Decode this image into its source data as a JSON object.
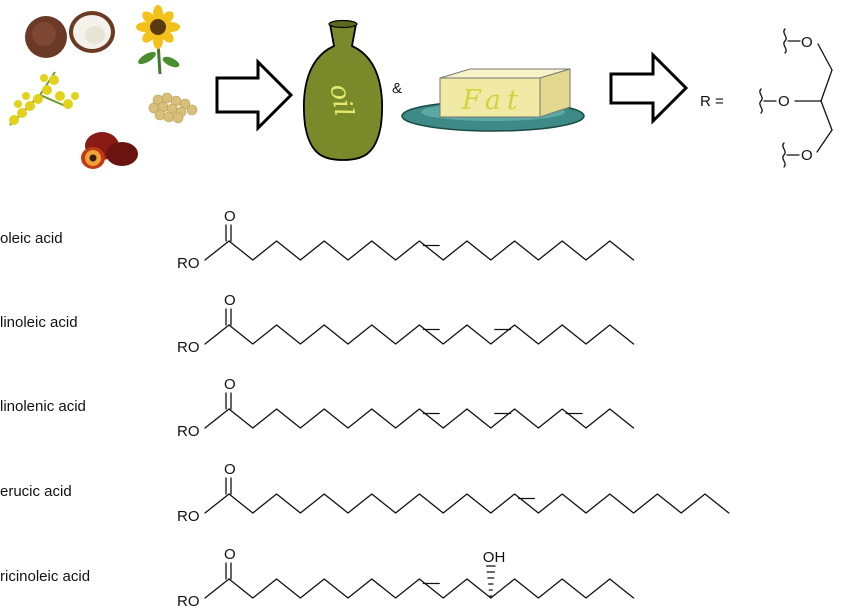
{
  "header": {
    "oil_text": "oil",
    "and_symbol": "&",
    "fat_text": "Fat",
    "r_equals": "R ="
  },
  "glycerol": {
    "o_label": "O"
  },
  "atoms": {
    "oxygen": "O",
    "ro": "RO",
    "hydroxyl": "OH"
  },
  "acids": [
    {
      "name": "oleic acid",
      "chain_length": 18,
      "double_bonds": [
        9
      ],
      "substituent": null
    },
    {
      "name": "linoleic acid",
      "chain_length": 18,
      "double_bonds": [
        9,
        12
      ],
      "substituent": null
    },
    {
      "name": "linolenic acid",
      "chain_length": 18,
      "double_bonds": [
        9,
        12,
        15
      ],
      "substituent": null
    },
    {
      "name": "erucic acid",
      "chain_length": 22,
      "double_bonds": [
        13
      ],
      "substituent": null
    },
    {
      "name": "ricinoleic acid",
      "chain_length": 18,
      "double_bonds": [
        9
      ],
      "substituent": "OH at C12"
    }
  ],
  "colors": {
    "bottle": "#7a8a2a",
    "bottle_text": "#e4eb6c",
    "fat_block": "#f1e9a6",
    "fat_text": "#d6d23e",
    "plate": "#3e8a86"
  }
}
